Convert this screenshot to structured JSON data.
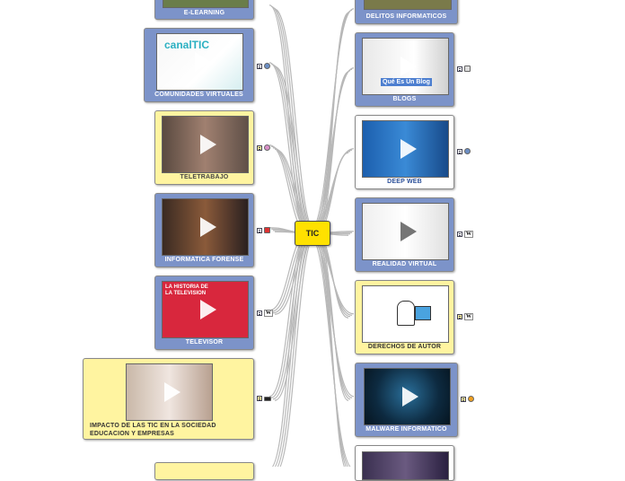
{
  "center": {
    "label": "TIC"
  },
  "nodes": {
    "elearning": {
      "label": "E-LEARNING"
    },
    "comunidades": {
      "label": "COMUNIDADES VIRTUALES",
      "thumb_text": "canalTIC"
    },
    "teletrabajo": {
      "label": "TELETRABAJO"
    },
    "forense": {
      "label": "INFORMATICA FORENSE"
    },
    "televisor": {
      "label": "TELEVISOR",
      "thumb_text": "LA HISTORIA DE LA TELEVISION"
    },
    "impacto": {
      "label": "IMPACTO  DE LAS TIC EN LA SOCIEDAD EDUCACION Y EMPRESAS"
    },
    "delitos": {
      "label": "DELITOS INFORMATICOS"
    },
    "blogs": {
      "label": "BLOGS",
      "thumb_text": "Qué Es Un Blog"
    },
    "deepweb": {
      "label": "DEEP WEB"
    },
    "realidad": {
      "label": "REALIDAD VIRTUAL"
    },
    "derechos": {
      "label": "DERECHOS DE AUTOR"
    },
    "malware": {
      "label": "MALWARE INFORMATICO"
    }
  },
  "colors": {
    "topic_fill": "#ffe100",
    "card_yellow": "#fff4a0",
    "card_blue": "#7c93c9",
    "connector": "#b8b8b8"
  }
}
